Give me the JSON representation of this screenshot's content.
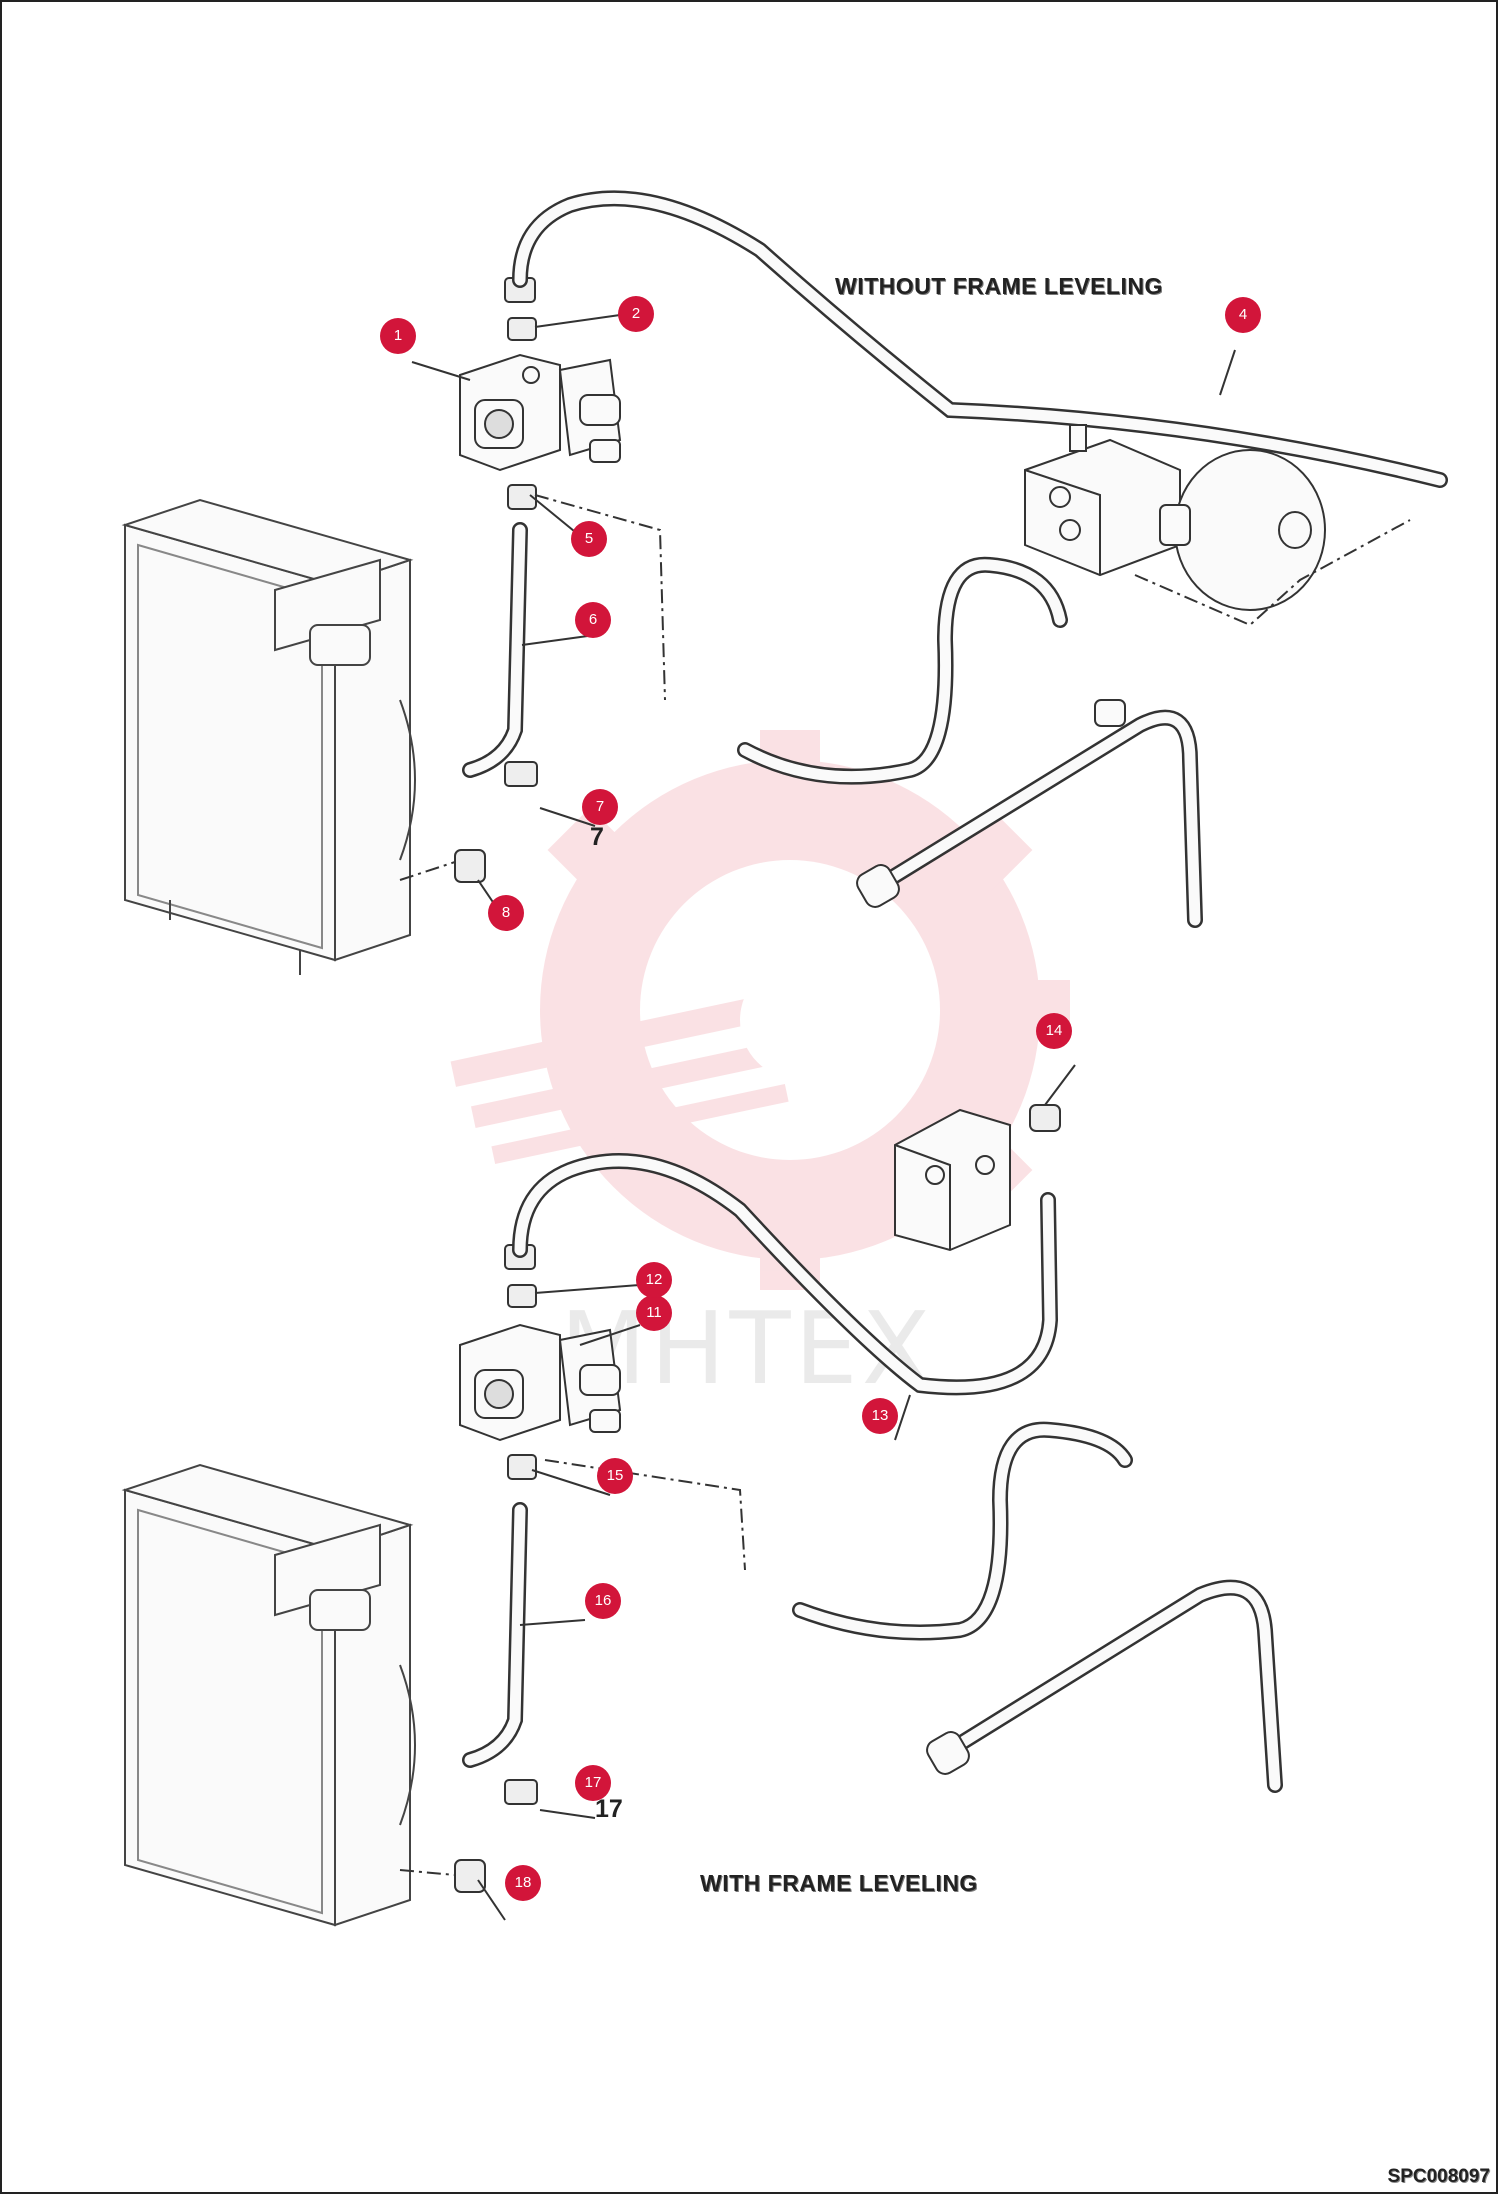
{
  "diagram": {
    "section_titles": {
      "without": "WITHOUT  FRAME LEVELING",
      "with": "WITH  FRAME LEVELING"
    },
    "drawing_code": "SPC008097",
    "watermark_text": "МНТЕХ",
    "callouts": [
      "1",
      "2",
      "4",
      "5",
      "6",
      "7",
      "8",
      "11",
      "12",
      "13",
      "14",
      "15",
      "16",
      "17",
      "18"
    ],
    "plain_numbers": [
      "7",
      "17"
    ],
    "accent_color": "#d2153a",
    "watermark_color": "#f4b8bf"
  }
}
